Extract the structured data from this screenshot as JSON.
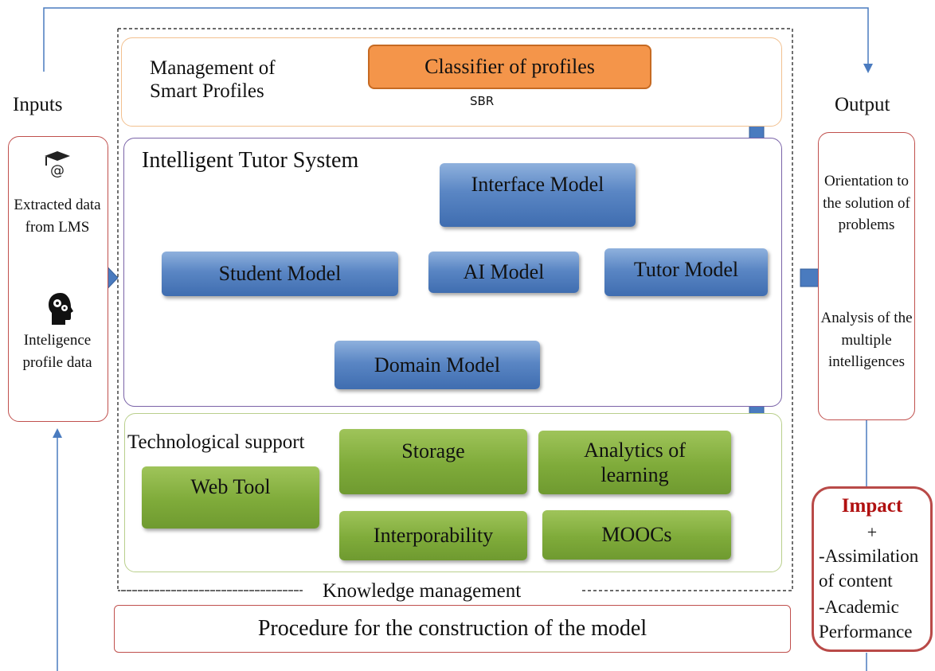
{
  "colors": {
    "blue_box": "#5a86c4",
    "green_box": "#7fab3a",
    "orange_box": "#f4954a",
    "arrow_blue": "#4a7bbf",
    "panel_orange": "#f2c08f",
    "panel_purple": "#7a63a8",
    "panel_green": "#b9cf8c",
    "panel_red": "#c0504d",
    "impact_red": "#b01010"
  },
  "inputs": {
    "title": "Inputs",
    "icon1": "graduation-cap-email-icon",
    "text1": "Extracted data from LMS",
    "icon2": "head-gears-icon",
    "text2": "Inteligence profile data"
  },
  "output": {
    "title": "Output",
    "text1": "Orientation to the solution of problems",
    "text2": "Analysis of the multiple intelligences"
  },
  "profiles": {
    "title": "Management of Smart Profiles",
    "classifier": "Classifier of profiles",
    "sbr": "SBR"
  },
  "its": {
    "title": "Intelligent Tutor System",
    "interface_model": "Interface Model",
    "student_model": "Student Model",
    "ai_model": "AI Model",
    "tutor_model": "Tutor Model",
    "domain_model": "Domain Model"
  },
  "tech": {
    "title": "Technological support",
    "web_tool": "Web Tool",
    "storage": "Storage",
    "analytics": "Analytics of learning",
    "interoperability": "Interporability",
    "moocs": "MOOCs"
  },
  "knowledge": "Knowledge management",
  "procedure": "Procedure for the construction of the model",
  "impact": {
    "title": "Impact",
    "plus": "+",
    "item1": "-Assimilation of content",
    "item2": "-Academic Performance"
  }
}
